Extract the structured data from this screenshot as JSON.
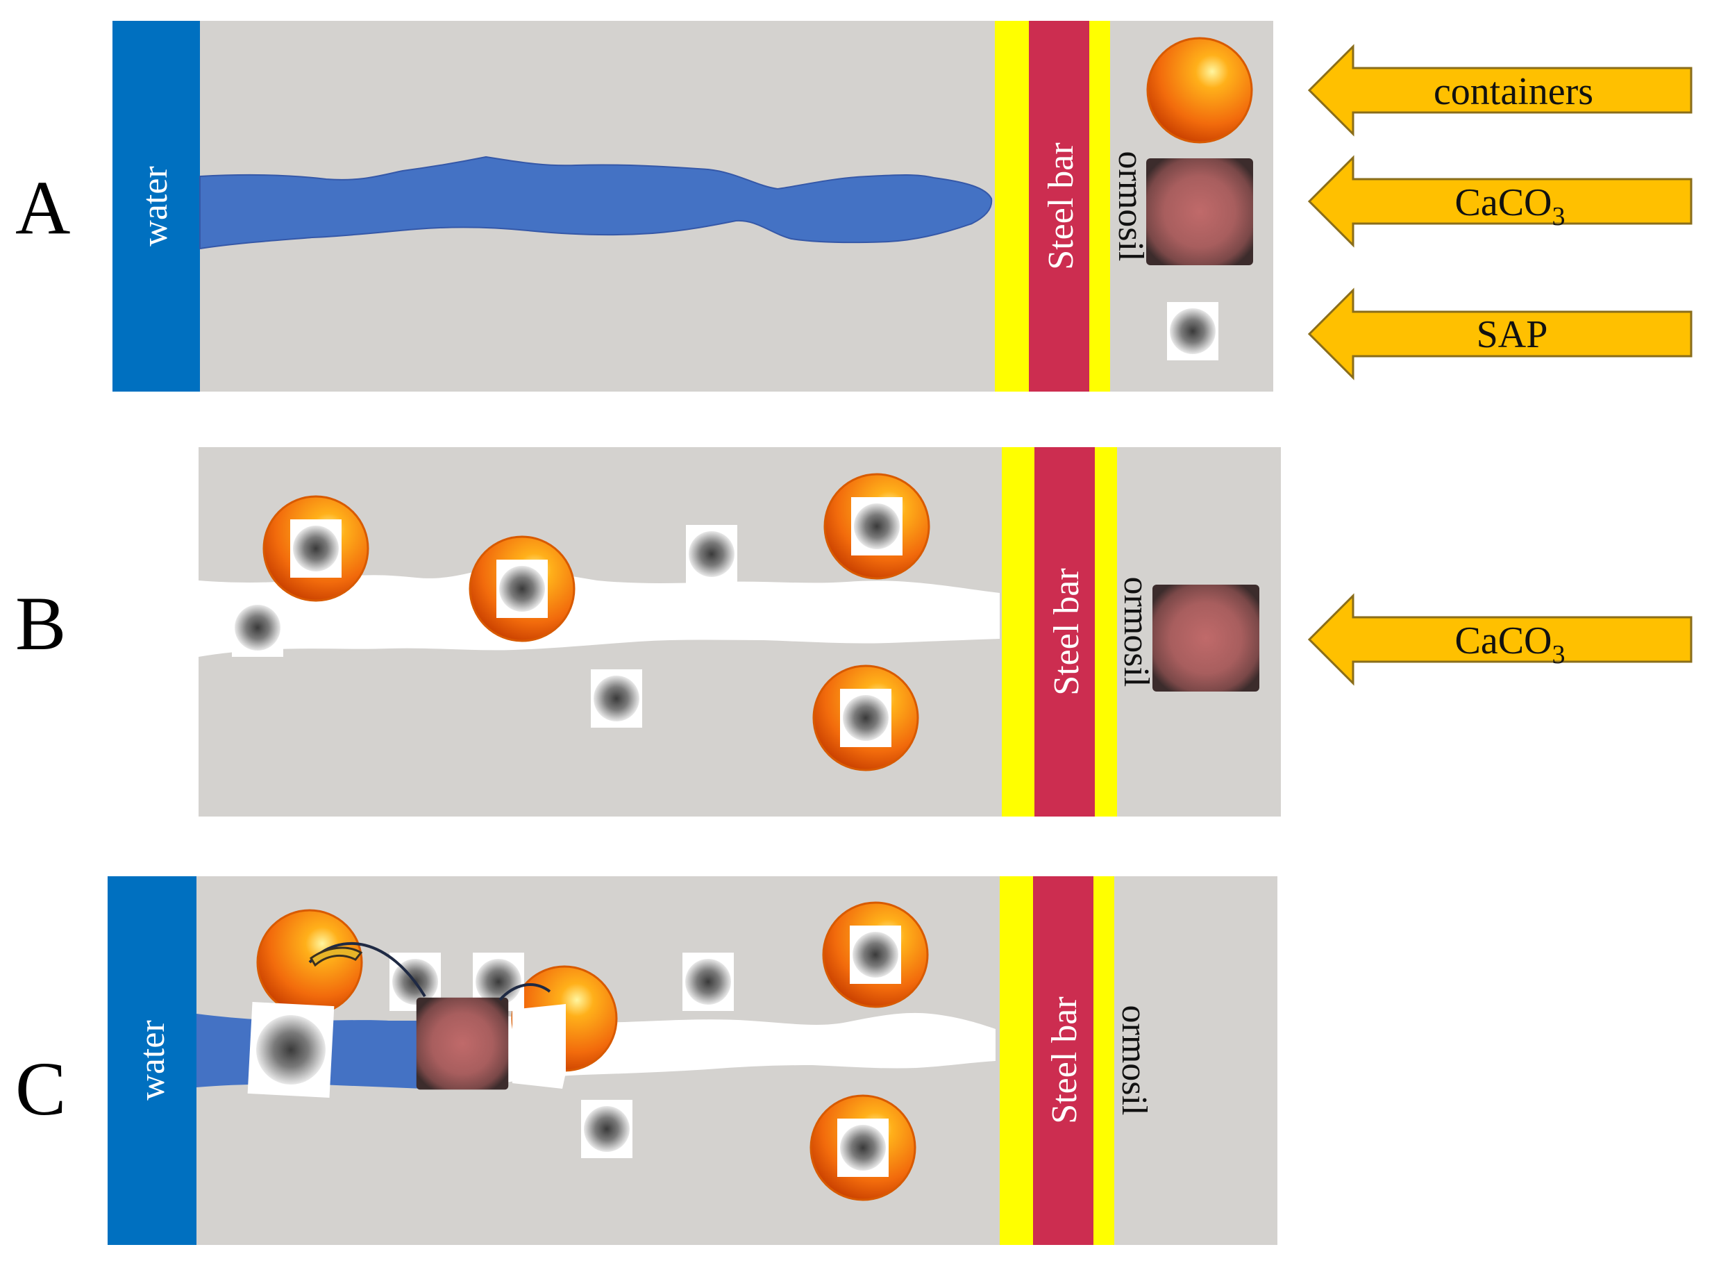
{
  "panels": [
    {
      "letter": "A",
      "water_label": "water",
      "steel_label": "Steel bar",
      "coating_label": "ormosil"
    },
    {
      "letter": "B",
      "steel_label": "Steel bar",
      "coating_label": "ormosil"
    },
    {
      "letter": "C",
      "water_label": "water",
      "steel_label": "Steel bar",
      "coating_label": "ormosil"
    }
  ],
  "legend": {
    "containers": "containers",
    "caco3_main": "CaCO",
    "caco3_sub": "3",
    "sap": "SAP"
  },
  "colors": {
    "concrete": "#d4d2cf",
    "water": "#0070c0",
    "crack_water": "#4472c4",
    "crack_empty": "#ffffff",
    "coating": "#ffff00",
    "steel": "#cc2d50",
    "arrow": "#ffc000",
    "container": "#f07010",
    "calcite": "#b06060"
  },
  "icons": {
    "container": "orange-sphere-icon",
    "calcite": "caco3-crystal-icon",
    "sap": "sap-particle-icon",
    "release": "release-arc-icon"
  }
}
